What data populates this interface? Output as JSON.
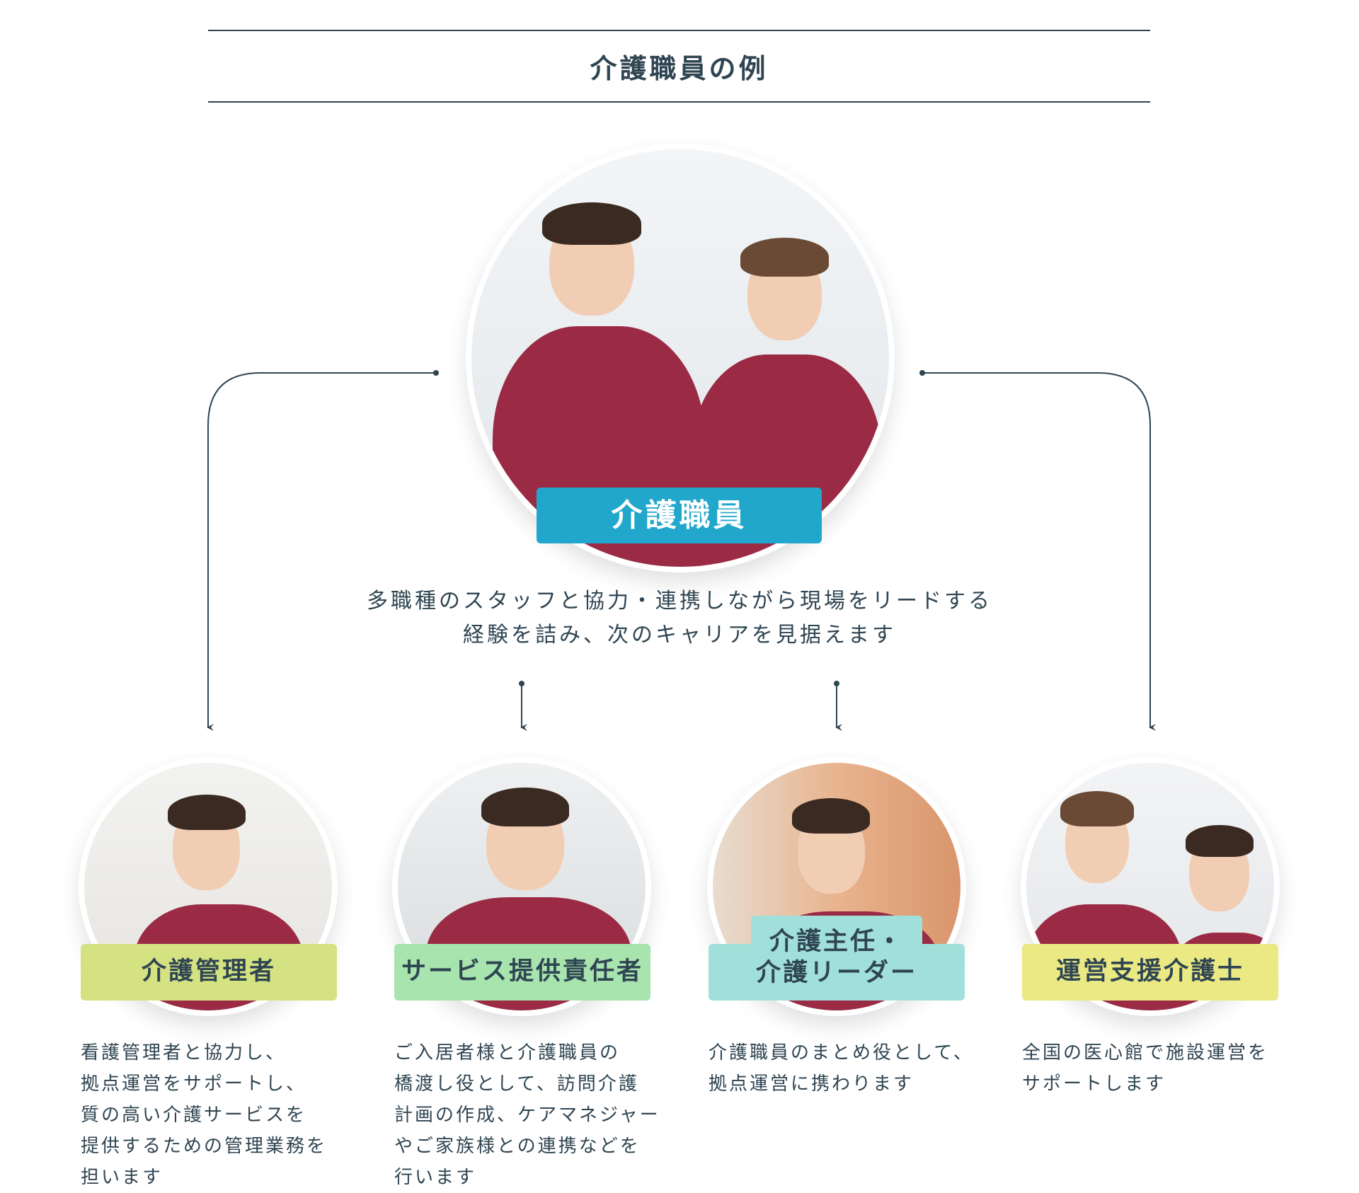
{
  "title": "介護職員の例",
  "main": {
    "label": "介護職員",
    "description_lines": [
      "多職種のスタッフと協力・連携しながら現場をリードする",
      "経験を詰み、次のキャリアを見据えます"
    ]
  },
  "roles": [
    {
      "label": "介護管理者",
      "color": "#d4e281",
      "description": "看護管理者と協力し、\n拠点運営をサポートし、\n質の高い介護サービスを\n提供するための管理業務を\n担います"
    },
    {
      "label": "サービス提供責任者",
      "color": "#a8e4ae",
      "description": "ご入居者様と介護職員の\n橋渡し役として、訪問介護\n計画の作成、ケアマネジャー\nやご家族様との連携などを\n行います"
    },
    {
      "label_line1": "介護主任・",
      "label_line2": "介護リーダー",
      "color": "#a1e0da",
      "description": "介護職員のまとめ役として、\n拠点運営に携わります"
    },
    {
      "label": "運営支援介護士",
      "color": "#ebe983",
      "description": "全国の医心館で施設運営を\nサポートします"
    }
  ],
  "colors": {
    "accent": "#21a7cb",
    "text": "#2f4552",
    "scrubs": "#9b2a45"
  }
}
